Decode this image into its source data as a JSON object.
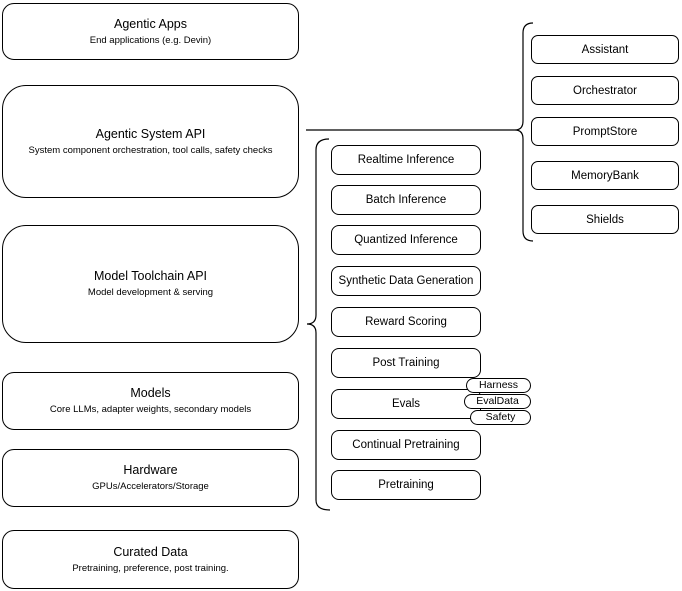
{
  "layers": [
    {
      "title": "Agentic Apps",
      "subtitle": "End applications (e.g. Devin)"
    },
    {
      "title": "Agentic System API",
      "subtitle": "System component orchestration, tool calls, safety checks"
    },
    {
      "title": "Model Toolchain API",
      "subtitle": "Model development & serving"
    },
    {
      "title": "Models",
      "subtitle": "Core LLMs, adapter weights, secondary models"
    },
    {
      "title": "Hardware",
      "subtitle": "GPUs/Accelerators/Storage"
    },
    {
      "title": "Curated Data",
      "subtitle": "Pretraining, preference, post training."
    }
  ],
  "toolchain_services": [
    "Realtime Inference",
    "Batch Inference",
    "Quantized Inference",
    "Synthetic Data Generation",
    "Reward Scoring",
    "Post Training",
    "Evals",
    "Continual Pretraining",
    "Pretraining"
  ],
  "eval_tags": [
    "Harness",
    "EvalData",
    "Safety"
  ],
  "system_components": [
    "Assistant",
    "Orchestrator",
    "PromptStore",
    "MemoryBank",
    "Shields"
  ],
  "colors": {
    "stroke": "#000000",
    "fill": "#ffffff",
    "text": "#000000"
  }
}
